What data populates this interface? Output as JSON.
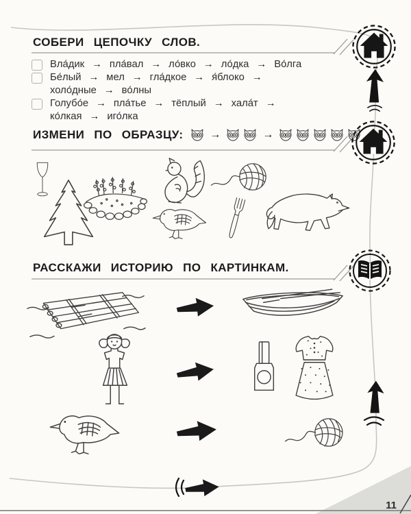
{
  "page": {
    "number": "11"
  },
  "colors": {
    "ink": "#1b1b1b",
    "line_art": "#3f3f3f",
    "guide_line": "#c8c6c2",
    "corner_triangle": "#dcdcd8"
  },
  "icons": {
    "chain_arrow": "→",
    "owl": "owl",
    "story_arrow": "big-right-arrow",
    "home_badge": "house-badge",
    "read_badge": "book-badge",
    "up_arrow": "big-up-arrow",
    "bounce_marks": "bounce-arcs",
    "paren_marks": "paren-marks"
  },
  "sections": {
    "chain": {
      "title": "СОБЕРИ ЦЕПОЧКУ СЛОВ.",
      "chains": [
        {
          "lines": [
            {
              "words": [
                "Вла́дик",
                "пла́вал",
                "ло́вко",
                "ло́дка",
                "Во́лга"
              ],
              "trailing_arrow": false
            }
          ]
        },
        {
          "lines": [
            {
              "words": [
                "Бе́лый",
                "мел",
                "гла́дкое",
                "я́блоко"
              ],
              "trailing_arrow": true
            },
            {
              "words": [
                "холо́дные",
                "во́лны"
              ],
              "trailing_arrow": false
            }
          ]
        },
        {
          "lines": [
            {
              "words": [
                "Голубо́е",
                "пла́тье",
                "тёплый",
                "хала́т"
              ],
              "trailing_arrow": true
            },
            {
              "words": [
                "ко́лкая",
                "иго́лка"
              ],
              "trailing_arrow": false
            }
          ]
        }
      ]
    },
    "pattern": {
      "title": "ИЗМЕНИ ПО ОБРАЗЦУ:",
      "owl_groups": [
        1,
        2,
        5
      ],
      "pictures": [
        "wine-glass",
        "fir-tree",
        "flowerbed",
        "squirrel",
        "bird",
        "yarn-ball",
        "fork",
        "wolf"
      ]
    },
    "story": {
      "title": "РАССКАЖИ ИСТОРИЮ ПО КАРТИНКАМ.",
      "rows": [
        {
          "source": "raft",
          "targets": [
            "rowboat"
          ]
        },
        {
          "source": "girl",
          "targets": [
            "nail-polish-bottle",
            "polka-dot-dress"
          ]
        },
        {
          "source": "bird",
          "targets": [
            "yarn-ball"
          ]
        }
      ]
    }
  }
}
